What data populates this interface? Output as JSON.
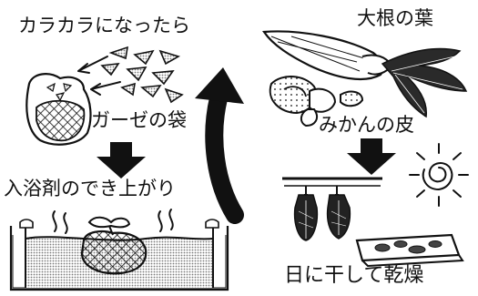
{
  "labels": {
    "dried_state": "カラカラになったら",
    "radish_leaves": "大根の葉",
    "gauze_bag": "ガーゼの袋",
    "mandarin_peel": "みかんの皮",
    "bath_salt_done": "入浴剤のでき上がり",
    "sun_dry": "日に干して乾燥"
  },
  "colors": {
    "ink": "#111111",
    "paper": "#ffffff",
    "water": "#c8c8c8"
  },
  "icons": [
    "sun-icon",
    "down-arrow-icon",
    "up-arrow-icon",
    "steam-icon"
  ]
}
